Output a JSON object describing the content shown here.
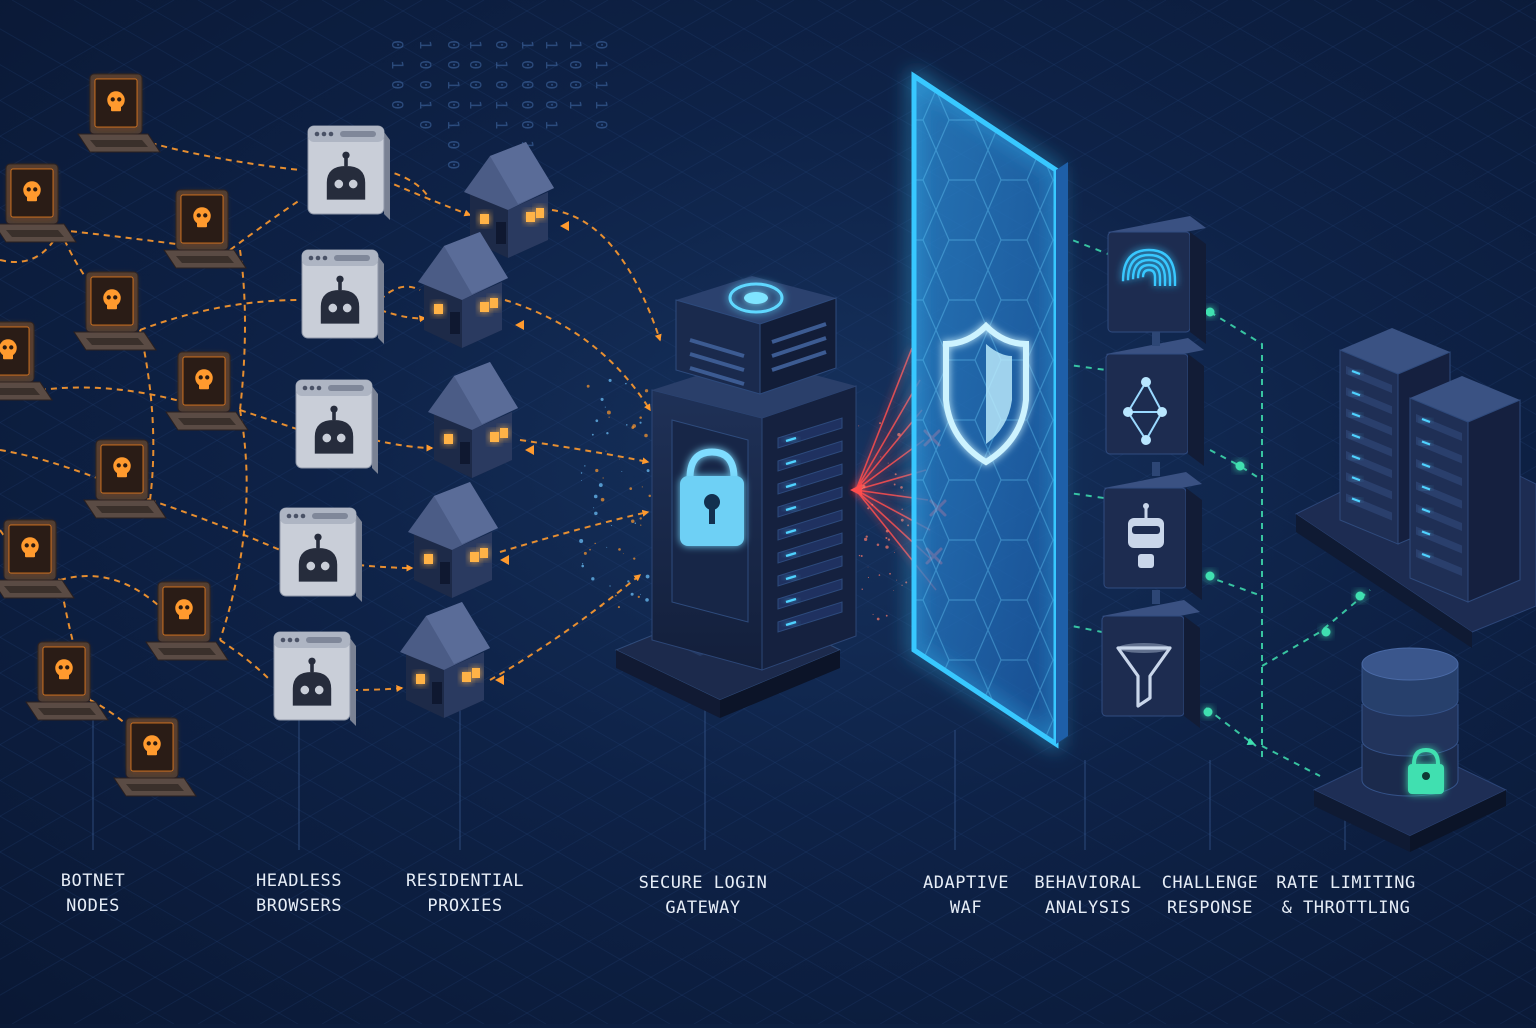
{
  "labels": {
    "botnet": "BOTNET\nNODES",
    "headless": "HEADLESS\nBROWSERS",
    "residential": "RESIDENTIAL\nPROXIES",
    "gateway": "SECURE LOGIN\nGATEWAY",
    "waf": "ADAPTIVE\nWAF",
    "behavioral": "BEHAVIORAL\nANALYSIS",
    "challenge": "CHALLENGE\nRESPONSE",
    "rate": "RATE LIMITING\n& THROTTLING"
  },
  "binary_columns": [
    "0100",
    "10010",
    "0010100",
    "1001",
    "01011",
    "10000110",
    "11001",
    "1001",
    "01110"
  ],
  "icons": {
    "botnet": "skull-laptop-icon",
    "headless": "robot-browser-icon",
    "residential": "house-icon",
    "gateway": "lock-server-icon",
    "waf": "shield-icon",
    "behavioral": "fingerprint-icon",
    "network": "network-graph-icon",
    "bot_detect": "robot-face-icon",
    "filter": "funnel-icon",
    "servers": "server-rack-icon",
    "database": "locked-database-icon"
  },
  "colors": {
    "attack": "#ff9a2e",
    "blocked": "#ff4d4d",
    "defense": "#3fe0b0",
    "glow": "#38c8ff",
    "background": "#0e2247"
  }
}
